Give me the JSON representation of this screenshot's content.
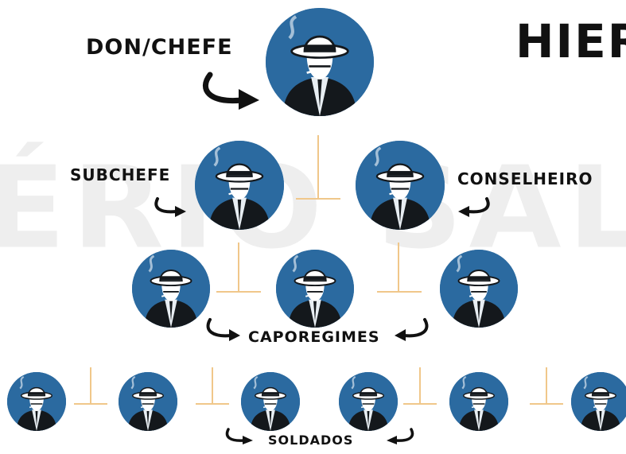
{
  "title": "HIERA",
  "watermark": "ÉRIO SALVATO",
  "labels": {
    "don": "DON/CHEFE",
    "subchefe": "SUBCHEFE",
    "conselheiro": "CONSELHEIRO",
    "caporegimes": "CAPOREGIMES",
    "soldados": "SOLDADOS"
  },
  "colors": {
    "node": "#2b6aa0",
    "connector": "#f0c78a",
    "text": "#111111"
  },
  "icons": [
    "mobster-icon",
    "curved-arrow-icon"
  ]
}
